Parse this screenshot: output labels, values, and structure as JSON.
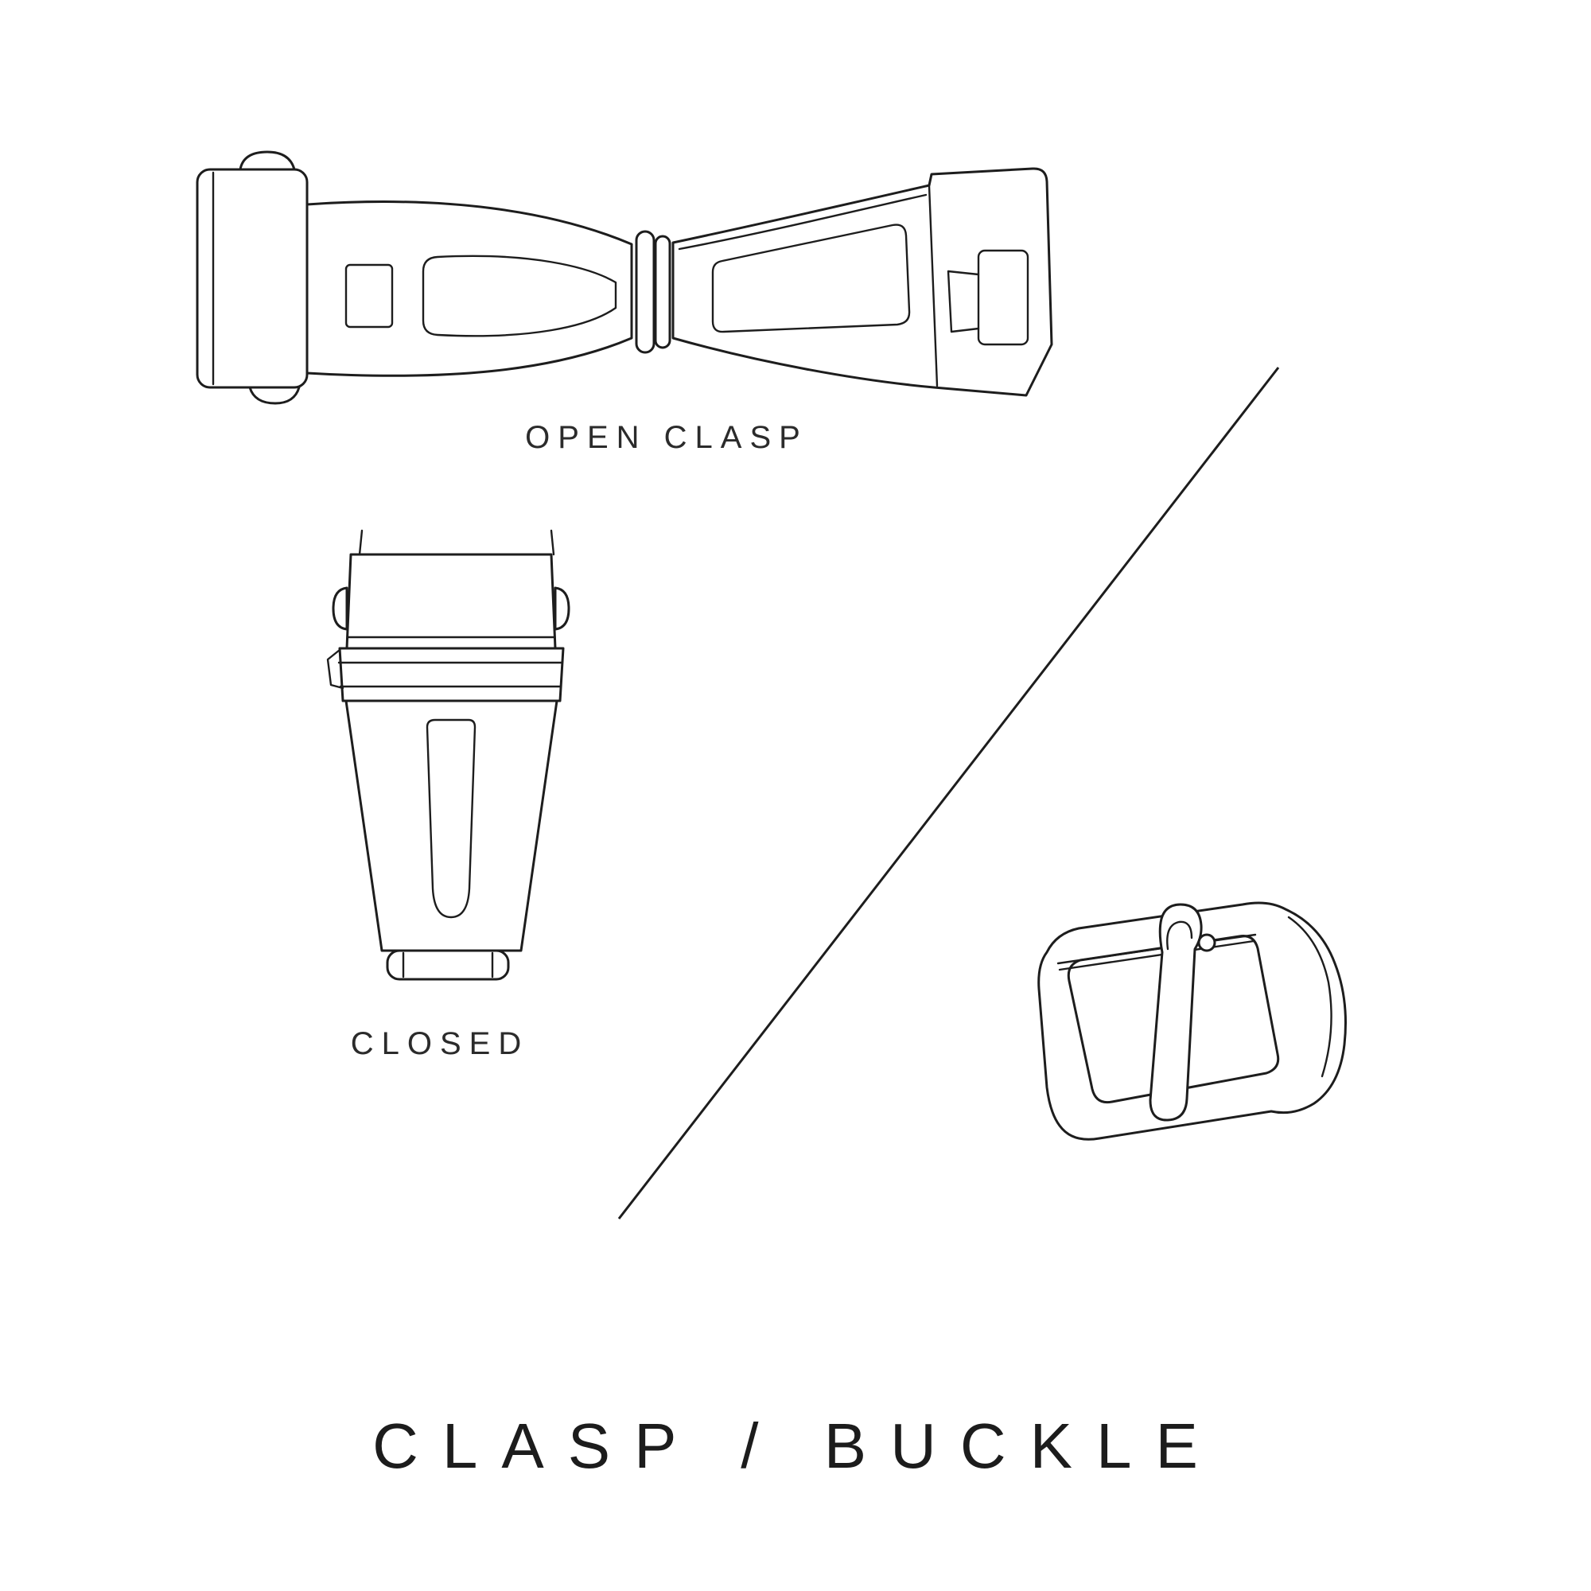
{
  "page": {
    "background_color": "#ffffff",
    "line_color": "#1d1d1d",
    "text_color": "#222222"
  },
  "figures": {
    "open_clasp": {
      "caption": "OPEN CLASP",
      "icon": "open-deployant-clasp-line-drawing"
    },
    "closed_clasp": {
      "caption": "CLOSED",
      "icon": "closed-deployant-clasp-line-drawing"
    },
    "buckle": {
      "icon": "tang-buckle-line-drawing"
    },
    "divider": "diagonal-divider-line"
  },
  "title": "CLASP / BUCKLE"
}
